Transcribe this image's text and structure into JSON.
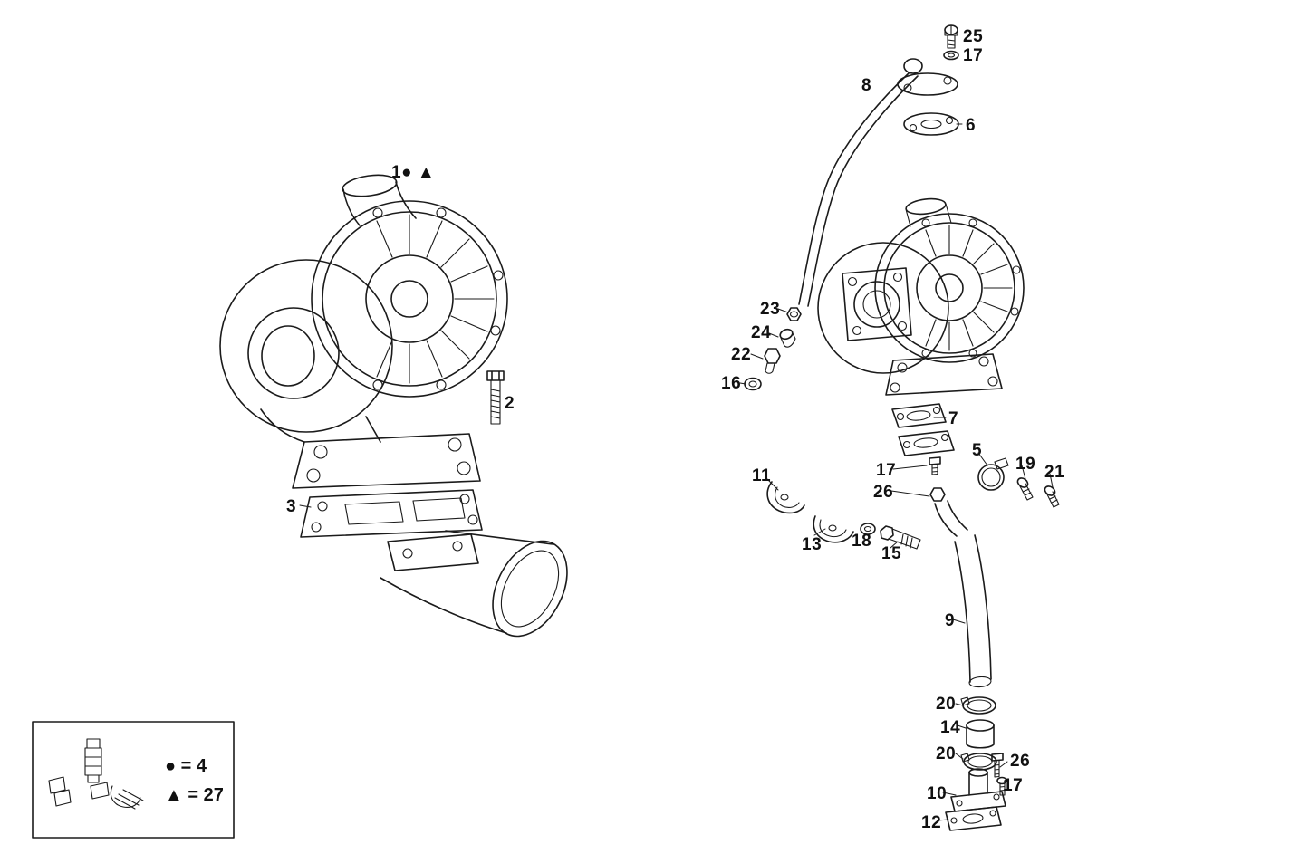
{
  "diagram": {
    "type": "exploded-parts-diagram",
    "subject": "turbocharger assembly",
    "line_color": "#1b1b1b",
    "background": "#ffffff"
  },
  "callouts": [
    {
      "id": "25",
      "text": "25"
    },
    {
      "id": "17-top",
      "text": "17"
    },
    {
      "id": "8",
      "text": "8"
    },
    {
      "id": "6",
      "text": "6"
    },
    {
      "id": "1",
      "text": "1● ▲"
    },
    {
      "id": "2",
      "text": "2"
    },
    {
      "id": "3",
      "text": "3"
    },
    {
      "id": "23",
      "text": "23"
    },
    {
      "id": "24",
      "text": "24"
    },
    {
      "id": "22",
      "text": "22"
    },
    {
      "id": "16",
      "text": "16"
    },
    {
      "id": "7",
      "text": "7"
    },
    {
      "id": "5",
      "text": "5"
    },
    {
      "id": "19",
      "text": "19"
    },
    {
      "id": "21",
      "text": "21"
    },
    {
      "id": "17-mid",
      "text": "17"
    },
    {
      "id": "26-upper",
      "text": "26"
    },
    {
      "id": "11",
      "text": "11"
    },
    {
      "id": "13",
      "text": "13"
    },
    {
      "id": "18",
      "text": "18"
    },
    {
      "id": "15",
      "text": "15"
    },
    {
      "id": "9",
      "text": "9"
    },
    {
      "id": "20-upper",
      "text": "20"
    },
    {
      "id": "14",
      "text": "14"
    },
    {
      "id": "20-lower",
      "text": "20"
    },
    {
      "id": "26-lower",
      "text": "26"
    },
    {
      "id": "10",
      "text": "10"
    },
    {
      "id": "17-bottom",
      "text": "17"
    },
    {
      "id": "12",
      "text": "12"
    }
  ],
  "legend": {
    "circle_entry": "● = 4",
    "triangle_entry": "▲ = 27"
  }
}
